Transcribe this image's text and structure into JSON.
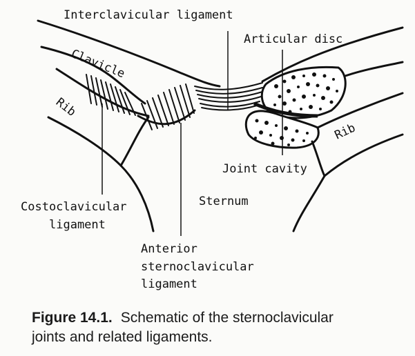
{
  "labels": {
    "interclavicular": "Interclavicular ligament",
    "articular_disc": "Articular disc",
    "clavicle": "Clavicle",
    "rib_left": "Rib",
    "rib_right": "Rib",
    "joint_cavity": "Joint cavity",
    "costoclavicular_1": "Costoclavicular",
    "costoclavicular_2": "ligament",
    "sternum": "Sternum",
    "anterior_1": "Anterior",
    "anterior_2": "sternoclavicular",
    "anterior_3": "ligament"
  },
  "caption": {
    "number": "Figure 14.1.",
    "text_line1": "Schematic of the sternoclavicular",
    "text_line2": "joints and related ligaments."
  },
  "colors": {
    "ink": "#111111",
    "paper": "#fbfbf9"
  }
}
